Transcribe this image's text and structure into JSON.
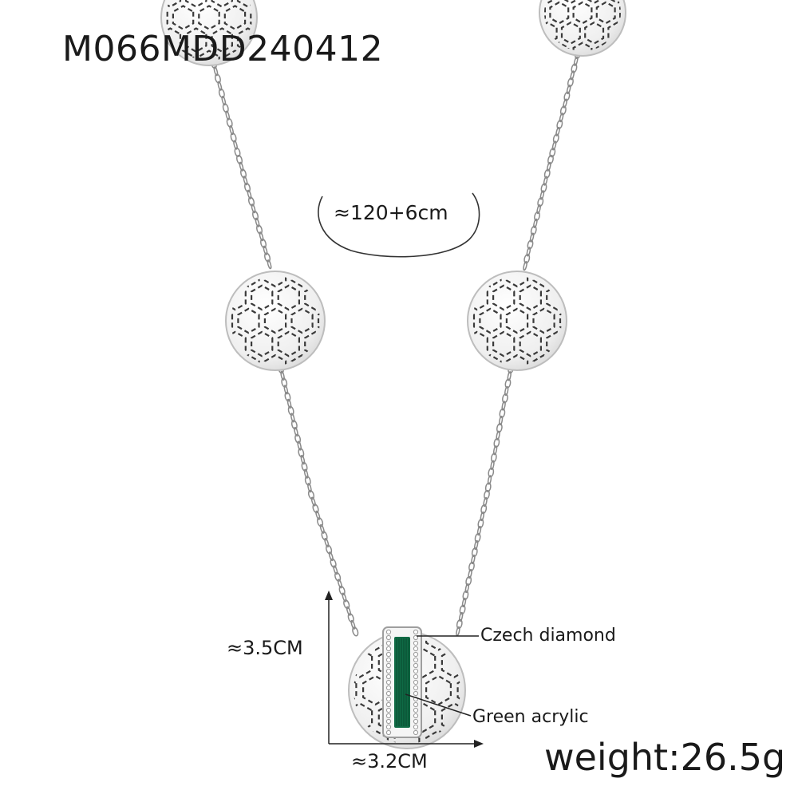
{
  "product": {
    "sku": "M066MDD240412",
    "chain_length": "≈120+6cm",
    "pendant_height": "≈3.5CM",
    "pendant_width": "≈3.2CM",
    "weight": "weight:26.5g"
  },
  "callouts": {
    "stone_top": "Czech diamond",
    "stone_inlay": "Green acrylic"
  },
  "colors": {
    "metal": "#f2f2f2",
    "metal_edge": "#bdbdbd",
    "engraving": "#3a3a3a",
    "stone": "#0f6b45",
    "text": "#1a1a1a"
  }
}
